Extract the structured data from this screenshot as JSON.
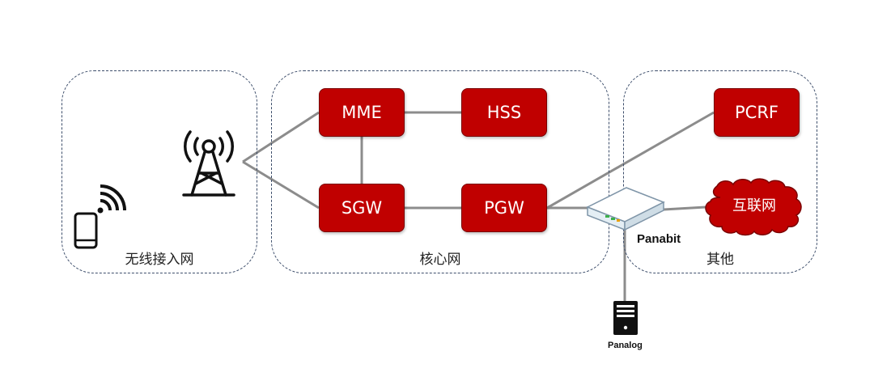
{
  "regions": {
    "access": "无线接入网",
    "core": "核心网",
    "other": "其他"
  },
  "nodes": {
    "mme": "MME",
    "hss": "HSS",
    "sgw": "SGW",
    "pgw": "PGW",
    "pcrf": "PCRF",
    "internet": "互联网"
  },
  "devices": {
    "panabit": "Panabit",
    "panalog": "Panalog"
  },
  "colors": {
    "node_fill": "#c00000",
    "node_border": "#7a0000",
    "link": "#8c8c8c",
    "region_border": "#3d4e6b"
  },
  "icons": [
    "phone-icon",
    "wifi-icon",
    "antenna-tower-icon",
    "router-icon",
    "cloud-icon",
    "server-icon"
  ]
}
